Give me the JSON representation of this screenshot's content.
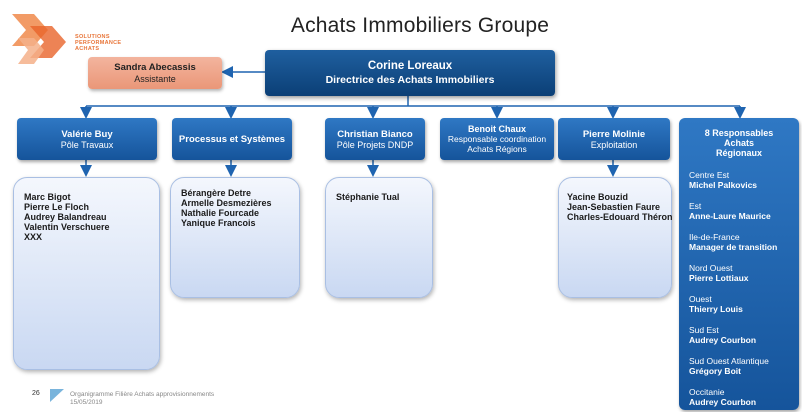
{
  "header": {
    "title": "Achats Immobiliers Groupe",
    "logo_lines": [
      "SOLUTIONS",
      "PERFORMANCE",
      "ACHATS"
    ]
  },
  "top": {
    "name": "Corine Loreaux",
    "role": "Directrice des Achats Immobiliers"
  },
  "assistant": {
    "name": "Sandra Abecassis",
    "role": "Assistante"
  },
  "units": [
    {
      "line1": "Valérie Buy",
      "line2": "Pôle Travaux",
      "members": [
        "Marc Bigot",
        "Pierre Le Floch",
        "Audrey Balandreau",
        "Valentin Verschuere",
        "XXX"
      ]
    },
    {
      "line1": "Processus et Systèmes",
      "line2": "",
      "members": [
        "Bérangère Detre",
        "Armelle Desmezières",
        "Nathalie Fourcade",
        "Yanique Francois"
      ]
    },
    {
      "line1": "Christian Bianco",
      "line2": "Pôle Projets DNDP",
      "members": [
        "Stéphanie Tual"
      ]
    },
    {
      "line1": "Benoit Chaux",
      "line2": "Responsable coordination",
      "line3": "Achats Régions"
    },
    {
      "line1": "Pierre Molinie",
      "line2": "Exploitation",
      "members": [
        "Yacine Bouzid",
        "Jean-Sebastien Faure",
        "Charles-Edouard Théron"
      ]
    }
  ],
  "regional": {
    "title_line1": "8 Responsables Achats",
    "title_line2": "Régionaux",
    "regions": [
      {
        "label": "Centre Est",
        "name": "Michel Palkovics"
      },
      {
        "label": "Est",
        "name": "Anne-Laure Maurice"
      },
      {
        "label": "Ile-de-France",
        "name": "Manager de transition"
      },
      {
        "label": "Nord Ouest",
        "name": "Pierre Lottiaux"
      },
      {
        "label": "Ouest",
        "name": "Thierry Louis"
      },
      {
        "label": "Sud Est",
        "name": "Audrey Courbon"
      },
      {
        "label": "Sud Ouest Atlantique",
        "name": "Grégory Boit"
      },
      {
        "label": "Occitanie",
        "name": "Audrey Courbon"
      }
    ]
  },
  "footer": {
    "page": "26",
    "text": "Organigramme Filière Achats approvisionnements",
    "date": "15/05/2019"
  },
  "colors": {
    "dark_blue": "#0b3f76",
    "blue": "#1f64b0",
    "salmon": "#ea9778",
    "logo_orange": "#e8763a"
  }
}
